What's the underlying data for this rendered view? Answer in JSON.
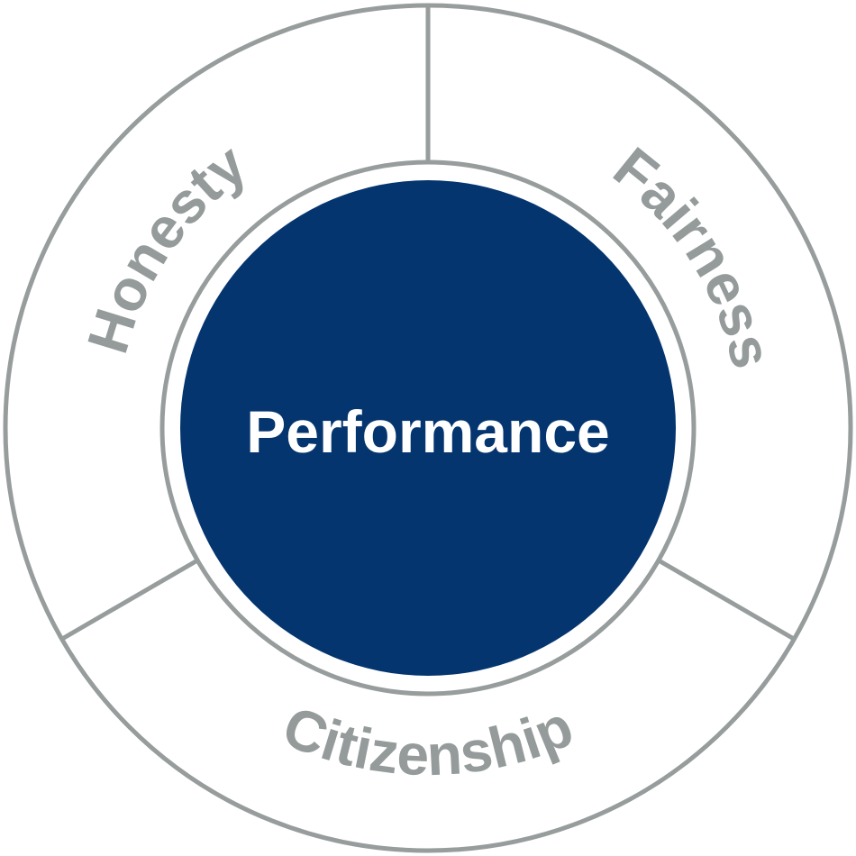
{
  "center": {
    "label": "Performance"
  },
  "segments": [
    {
      "label": "Honesty"
    },
    {
      "label": "Fairness"
    },
    {
      "label": "Citizenship"
    }
  ],
  "colors": {
    "ring": "#979c9c",
    "text_gray": "#959b9b",
    "core": "#04356f",
    "core_text": "#ffffff"
  }
}
